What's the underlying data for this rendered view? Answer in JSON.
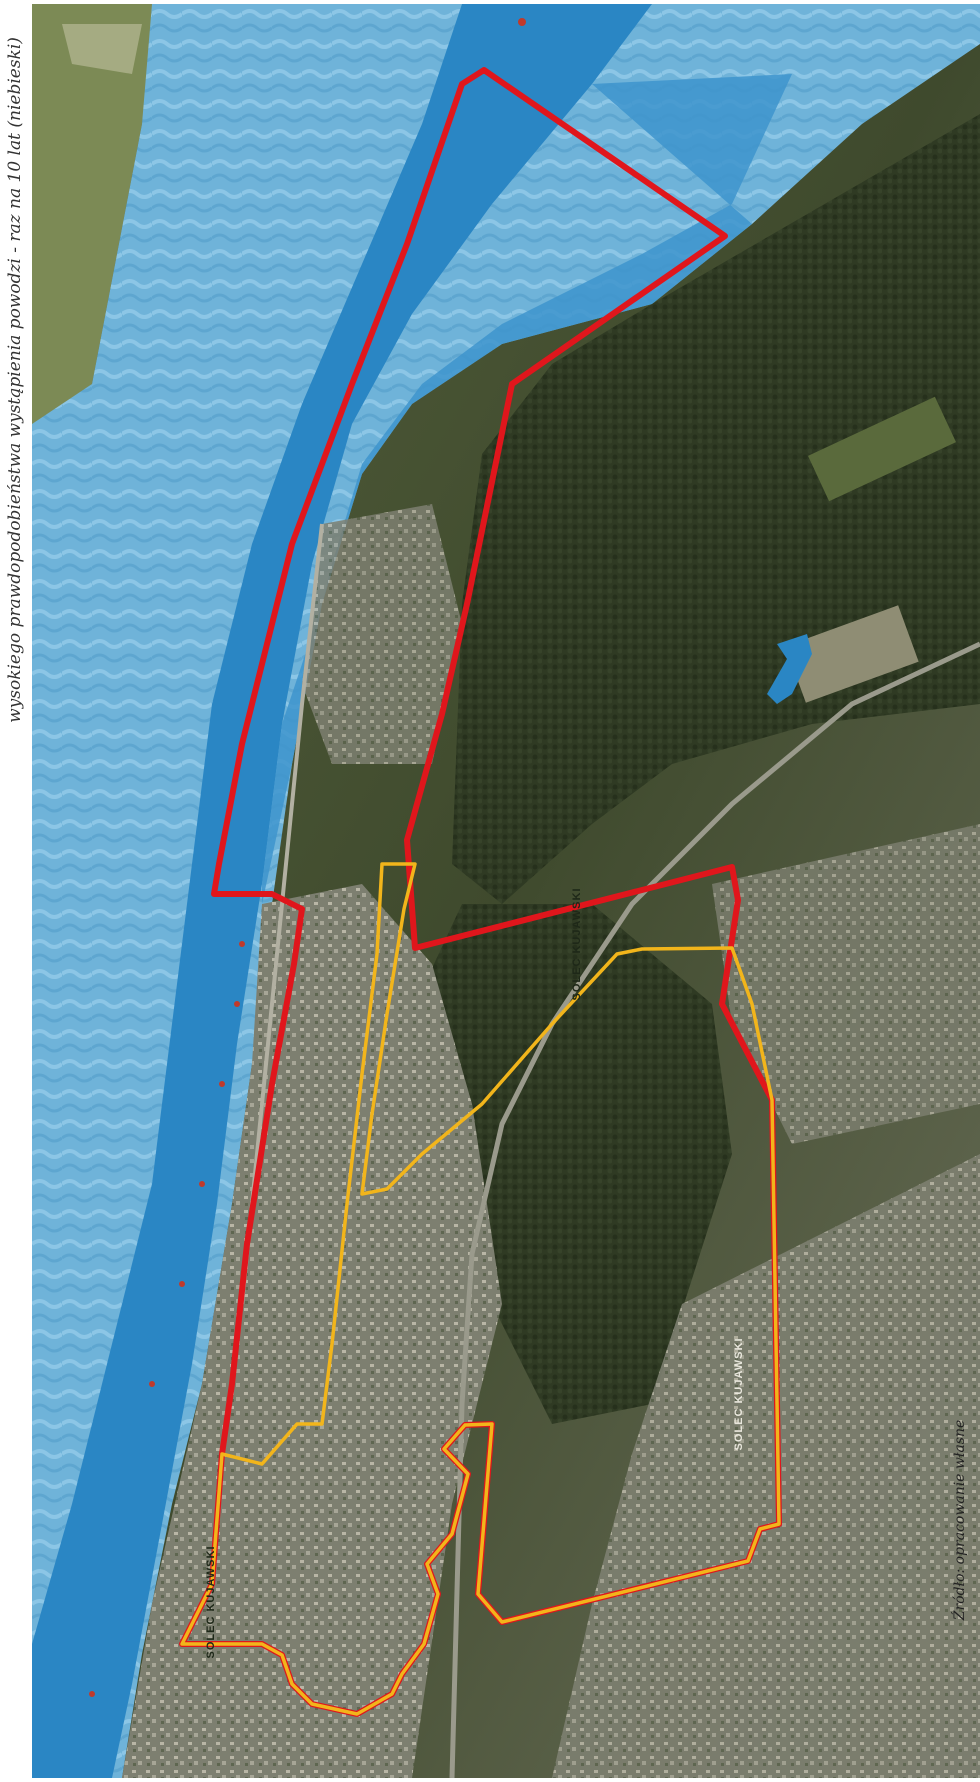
{
  "caption": "wysokiego prawdopodobieństwa wystąpienia powodzi - raz na 10 lat (niebieski)",
  "source_note": "Źródło: opracowanie własne",
  "place_labels": [
    {
      "text": "SOLEC KUJAWSKI"
    },
    {
      "text": "SOLEC KUJAWSKI"
    },
    {
      "text": "SOLEC KUJAWSKI"
    }
  ],
  "legend_colors": {
    "flood_zone": "#2a86c4",
    "boundary_red": "#e0161c",
    "boundary_yellow": "#f2b51b"
  }
}
